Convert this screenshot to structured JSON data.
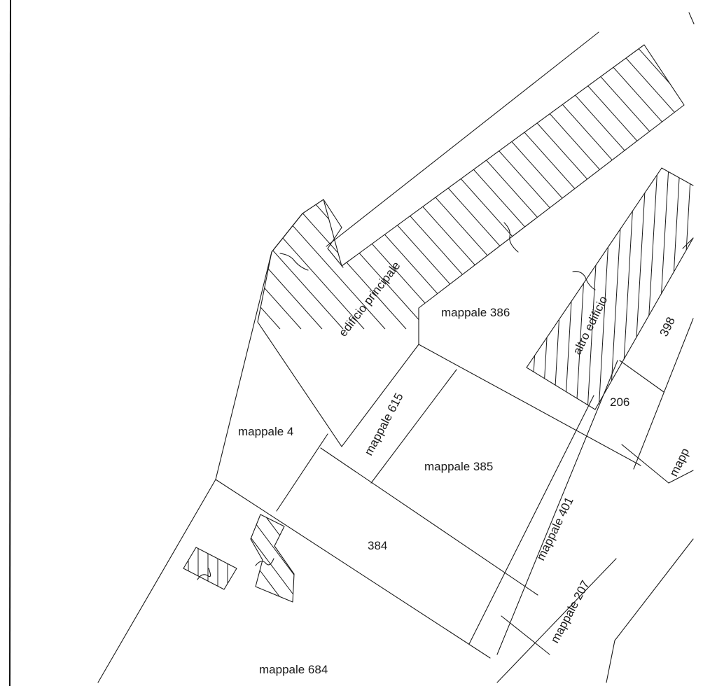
{
  "map": {
    "labels": {
      "edificio_principale": "edificio principale",
      "mappale_386": "mappale 386",
      "altro_edificio": "altro edificio",
      "p398": "398",
      "p206": "206",
      "mappale_615": "mappale 615",
      "mappale_4": "mappale 4",
      "mappale_385": "mappale 385",
      "mappa_edge": "mapp",
      "mappale_401": "mappale 401",
      "p384": "384",
      "mappale_207": "mappale 207",
      "mappale_684": "mappale 684"
    }
  }
}
